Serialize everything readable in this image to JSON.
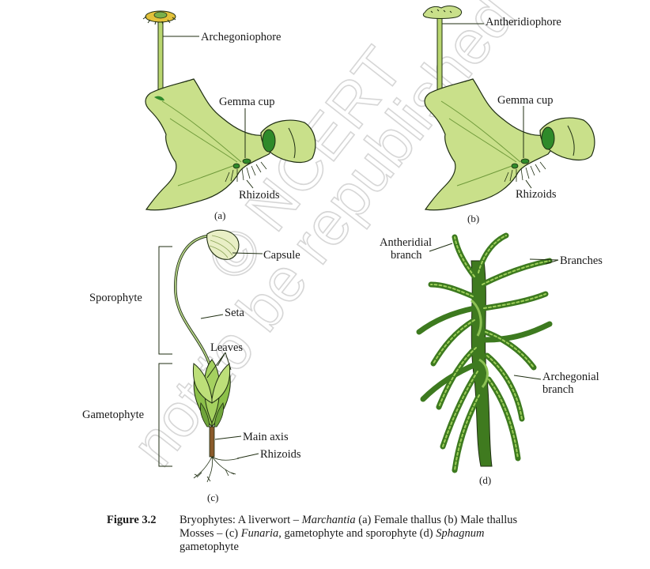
{
  "watermark": {
    "line1": "© NCERT",
    "line2": "not to be republished"
  },
  "panels": {
    "a": {
      "tag": "(a)",
      "labels": {
        "top": "Archegoniophore",
        "cup": "Gemma cup",
        "rhizoids": "Rhizoids"
      }
    },
    "b": {
      "tag": "(b)",
      "labels": {
        "top": "Antheridiophore",
        "cup": "Gemma cup",
        "rhizoids": "Rhizoids"
      }
    },
    "c": {
      "tag": "(c)",
      "labels": {
        "capsule": "Capsule",
        "seta": "Seta",
        "leaves": "Leaves",
        "main_axis": "Main axis",
        "rhizoids": "Rhizoids",
        "sporophyte": "Sporophyte",
        "gametophyte": "Gametophyte"
      }
    },
    "d": {
      "tag": "(d)",
      "labels": {
        "antheridial_1": "Antheridial",
        "antheridial_2": "branch",
        "branches": "Branches",
        "archegonial_1": "Archegonial",
        "archegonial_2": "branch"
      }
    }
  },
  "caption": {
    "figure": "Figure 3.2",
    "line1_a": "Bryophytes: A liverwort – ",
    "line1_b": "Marchantia",
    "line1_c": " (a) Female thallus  (b) Male thallus",
    "line2_a": "Mosses –  (c) ",
    "line2_b": "Funaria",
    "line2_c": ", gametophyte and sporophyte  (d) ",
    "line2_d": "Sphagnum",
    "line3": "gametophyte"
  },
  "colors": {
    "thallus": "#c9e08a",
    "thallus_dark": "#3f8f2f",
    "moss": "#7cb03c",
    "moss_dark": "#2f5a18",
    "ink": "#1f2e12"
  }
}
